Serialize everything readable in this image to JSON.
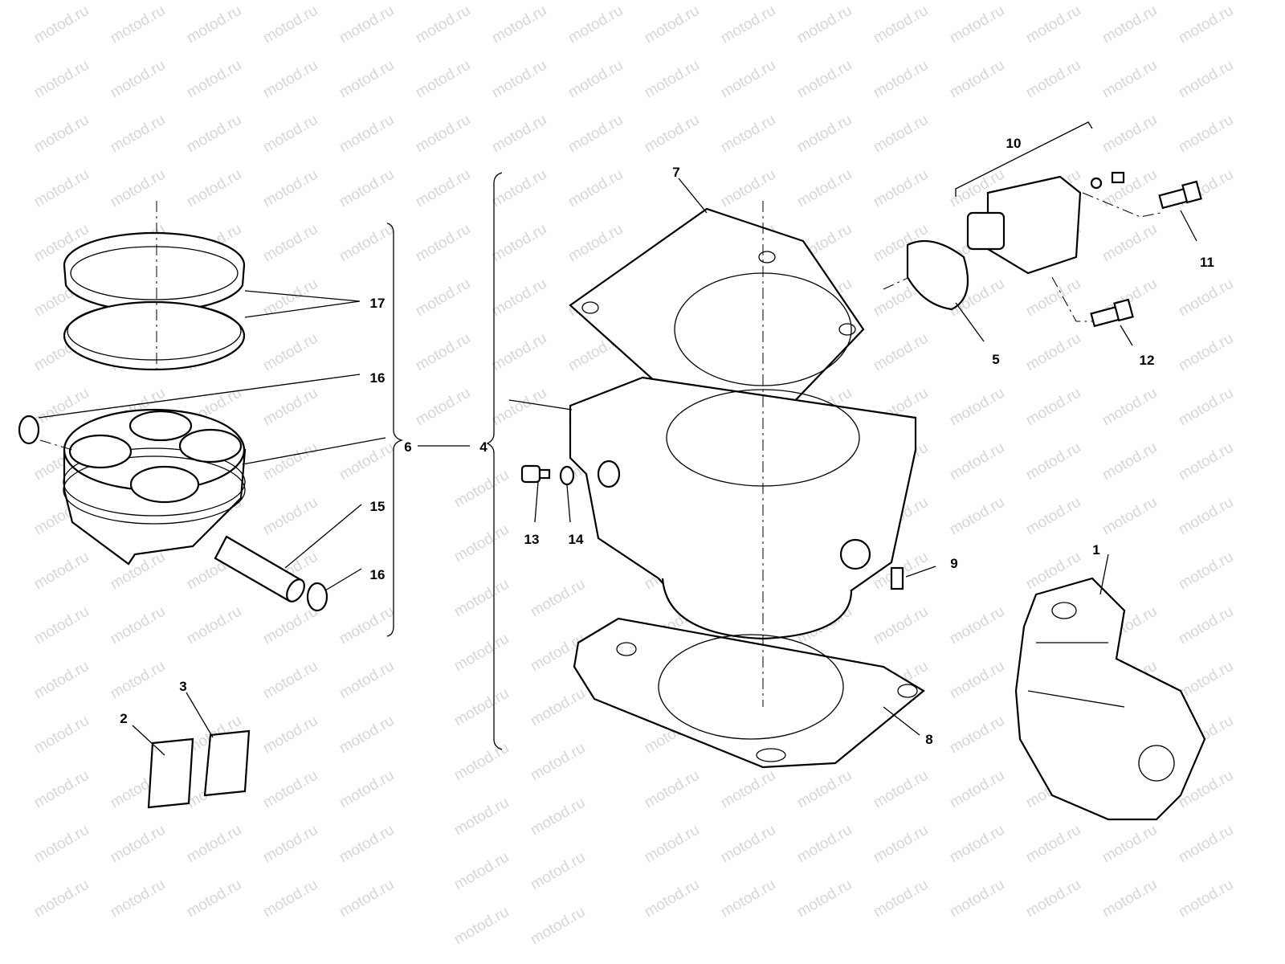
{
  "watermark": "motod.ru",
  "callouts": {
    "c1": "1",
    "c2": "2",
    "c3": "3",
    "c4": "4",
    "c5": "5",
    "c6": "6",
    "c7": "7",
    "c8": "8",
    "c9": "9",
    "c10": "10",
    "c11": "11",
    "c12": "12",
    "c13": "13",
    "c14": "14",
    "c15": "15",
    "c16a": "16",
    "c16b": "16",
    "c17": "17"
  }
}
